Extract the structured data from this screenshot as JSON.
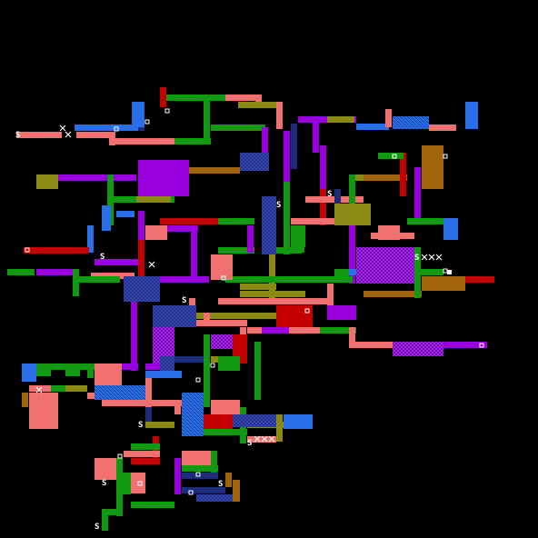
{
  "map": {
    "background": "#000000",
    "palette": {
      "salmon": "#f07070",
      "green": "#119911",
      "purple": "#9900dd",
      "blue": "#2a6ee8",
      "red": "#c40000",
      "olive": "#8a8a14",
      "brown": "#a0650a",
      "navy": "#1e2a7a",
      "white": "#ffffff"
    },
    "markers": [
      {
        "label": "S",
        "color": "salmon"
      },
      {
        "label": "S",
        "color": "green"
      },
      {
        "label": "S",
        "color": "blue"
      },
      {
        "label": "S",
        "color": "purple"
      },
      {
        "label": "S",
        "color": "red"
      },
      {
        "label": "S",
        "color": "olive"
      },
      {
        "label": "S",
        "color": "brown"
      },
      {
        "label": "S",
        "color": "navy"
      }
    ],
    "icons": [
      "save-point-icon",
      "item-icon",
      "door-icon",
      "blocked-tile-icon"
    ]
  }
}
